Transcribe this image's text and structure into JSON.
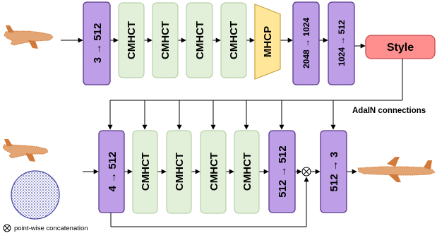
{
  "encoder": {
    "input_layer": "3 → 512",
    "blocks": [
      "CMHCT",
      "CMHCT",
      "CMHCT",
      "CMHCT"
    ],
    "pool": "MHCP",
    "fc1": "2048 → 1024",
    "fc2": "1024 → 512",
    "style": "Style"
  },
  "adain_label": "AdaIN connections",
  "decoder": {
    "input_layer": "4 → 512",
    "blocks": [
      "CMHCT",
      "CMHCT",
      "CMHCT",
      "CMHCT"
    ],
    "mid_layer": "512 → 512",
    "output_layer": "512 → 3"
  },
  "legend": {
    "symbol": "⊗",
    "text": "point-wise concatenation"
  },
  "colors": {
    "purple_fill": "#bd9ee7",
    "purple_stroke": "#5b3a8c",
    "green_fill": "#e2f0d9",
    "green_stroke": "#a9c89a",
    "gold_fill": "#ffe699",
    "gold_stroke": "#c9a23a",
    "style_fill": "#ff8f8f",
    "style_stroke": "#c94a4a",
    "point_cloud_plane": "#d27a3a",
    "point_cloud_sphere": "#4a4aa8"
  }
}
